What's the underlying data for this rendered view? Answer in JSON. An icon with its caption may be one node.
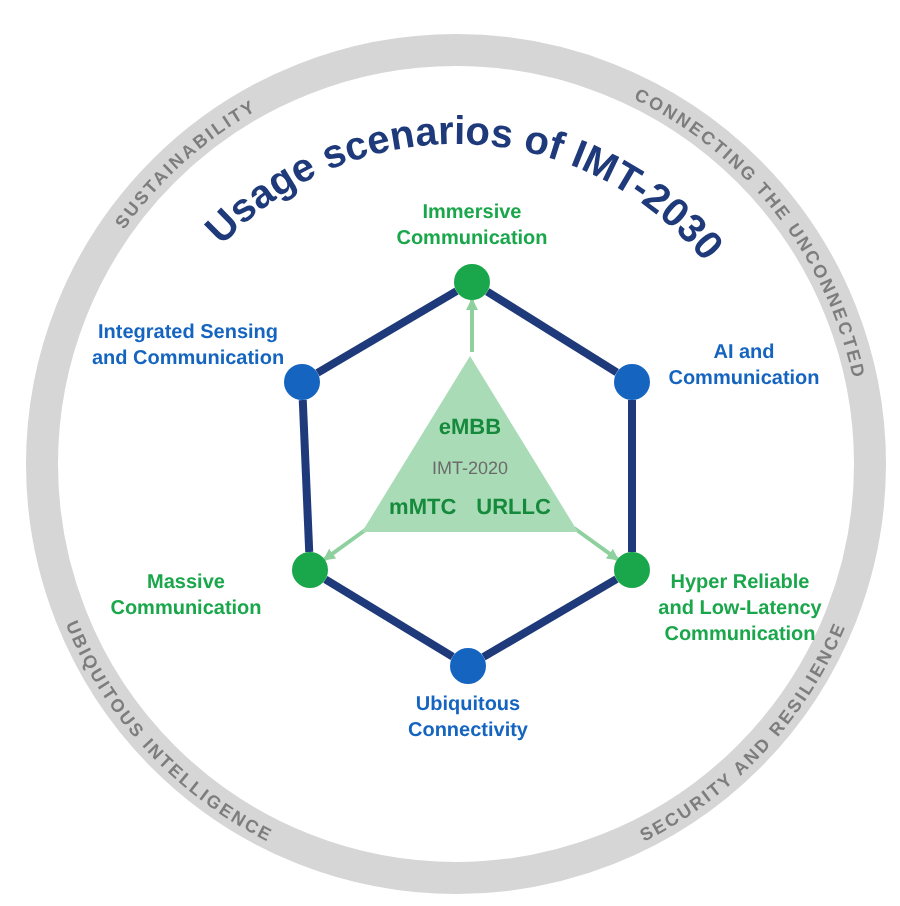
{
  "diagram": {
    "title": "Usage scenarios of IMT-2030",
    "nodes": [
      {
        "text": [],
        "shape": "circle",
        "beside": [
          "Immersive Communication"
        ]
      },
      {
        "text": [],
        "shape": "circle",
        "beside": [
          "Integrated Sensing and Communication"
        ]
      },
      {
        "text": [],
        "shape": "circle",
        "beside": [
          "AI and Communication"
        ]
      },
      {
        "text": [],
        "shape": "circle",
        "beside": [
          "Massive Communication"
        ]
      },
      {
        "text": [],
        "shape": "circle",
        "beside": [
          "Hyper Reliable and Low-Latency Communication"
        ]
      },
      {
        "text": [],
        "shape": "circle",
        "beside": [
          "Ubiquitous Connectivity"
        ]
      },
      {
        "text": [
          "eMBB",
          "IMT-2020",
          "mMTC",
          "URLLC"
        ]
      }
    ],
    "edges": [
      {
        "from": 0,
        "to": 2,
        "arrow": "none"
      },
      {
        "from": 2,
        "to": 4,
        "arrow": "none"
      },
      {
        "from": 4,
        "to": 5,
        "arrow": "none"
      },
      {
        "from": 5,
        "to": 3,
        "arrow": "none"
      },
      {
        "from": 3,
        "to": 1,
        "arrow": "none"
      },
      {
        "from": 1,
        "to": 0,
        "arrow": "none"
      },
      {
        "from": 6,
        "to": 0,
        "arrow": "to",
        "color": "#8fd19e"
      },
      {
        "from": 6,
        "to": 3,
        "arrow": "to",
        "color": "#8fd19e"
      },
      {
        "from": 6,
        "to": 4,
        "arrow": "to",
        "color": "#8fd19e"
      }
    ],
    "labels": [
      "SUSTAINABILITY",
      "CONNECTING THE UNCONNECTED",
      "UBIQUITOUS INTELLIGENCE",
      "SECURITY AND RESILIENCE"
    ]
  }
}
